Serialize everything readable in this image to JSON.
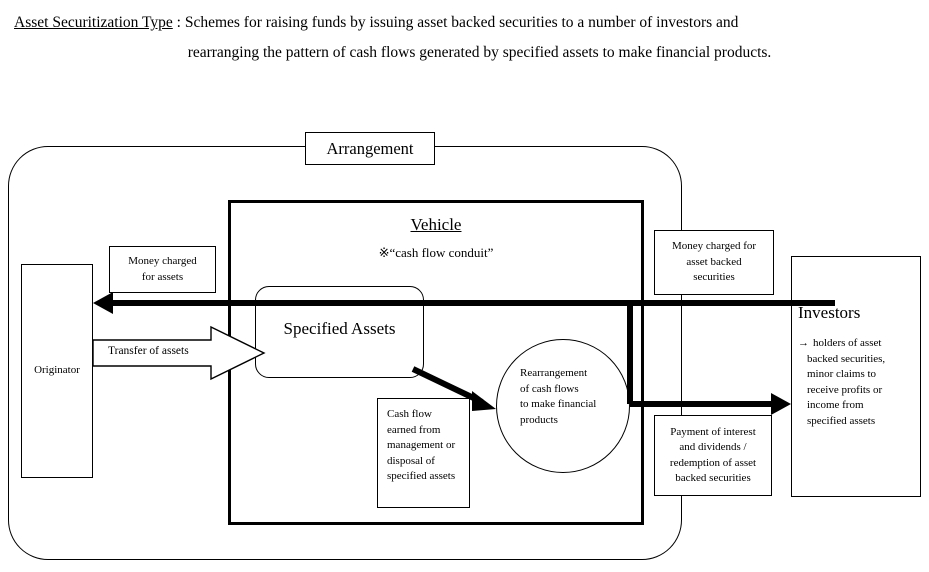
{
  "heading": {
    "term": "Asset Securitization Type",
    "separator": " : ",
    "line1": "Schemes for raising funds by issuing asset backed securities to a number of investors and",
    "line2": "rearranging the pattern of cash flows generated by specified assets to make financial products."
  },
  "diagram": {
    "arrangement_label": "Arrangement",
    "vehicle": {
      "title": "Vehicle",
      "subtitle": "※“cash flow conduit”"
    },
    "originator": {
      "label": "Originator"
    },
    "specified_assets": {
      "label": "Specified Assets"
    },
    "rearrangement_circle": {
      "line1": "Rearrangement",
      "line2": "of cash flows",
      "line3": "to make financial",
      "line4": "products"
    },
    "investors": {
      "title": "Investors",
      "arrow_glyph": "→",
      "desc_line1": "holders of   asset",
      "desc_line2": "backed securities,",
      "desc_line3": "minor claims to",
      "desc_line4": "receive profits or",
      "desc_line5": "income from",
      "desc_line6": "specified assets"
    },
    "labels": {
      "money_for_assets_l1": "Money charged",
      "money_for_assets_l2": "for assets",
      "transfer_of_assets": "Transfer of assets",
      "cash_flow_l1": "Cash flow",
      "cash_flow_l2": "earned from",
      "cash_flow_l3": "management or",
      "cash_flow_l4": "disposal of",
      "cash_flow_l5": "specified assets",
      "money_abs_l1": "Money charged for",
      "money_abs_l2": "asset backed",
      "money_abs_l3": "securities",
      "payment_l1": "Payment of interest",
      "payment_l2": "and dividends /",
      "payment_l3": "redemption of asset",
      "payment_l4": "backed securities"
    }
  },
  "colors": {
    "ink": "#000000",
    "paper": "#ffffff"
  }
}
